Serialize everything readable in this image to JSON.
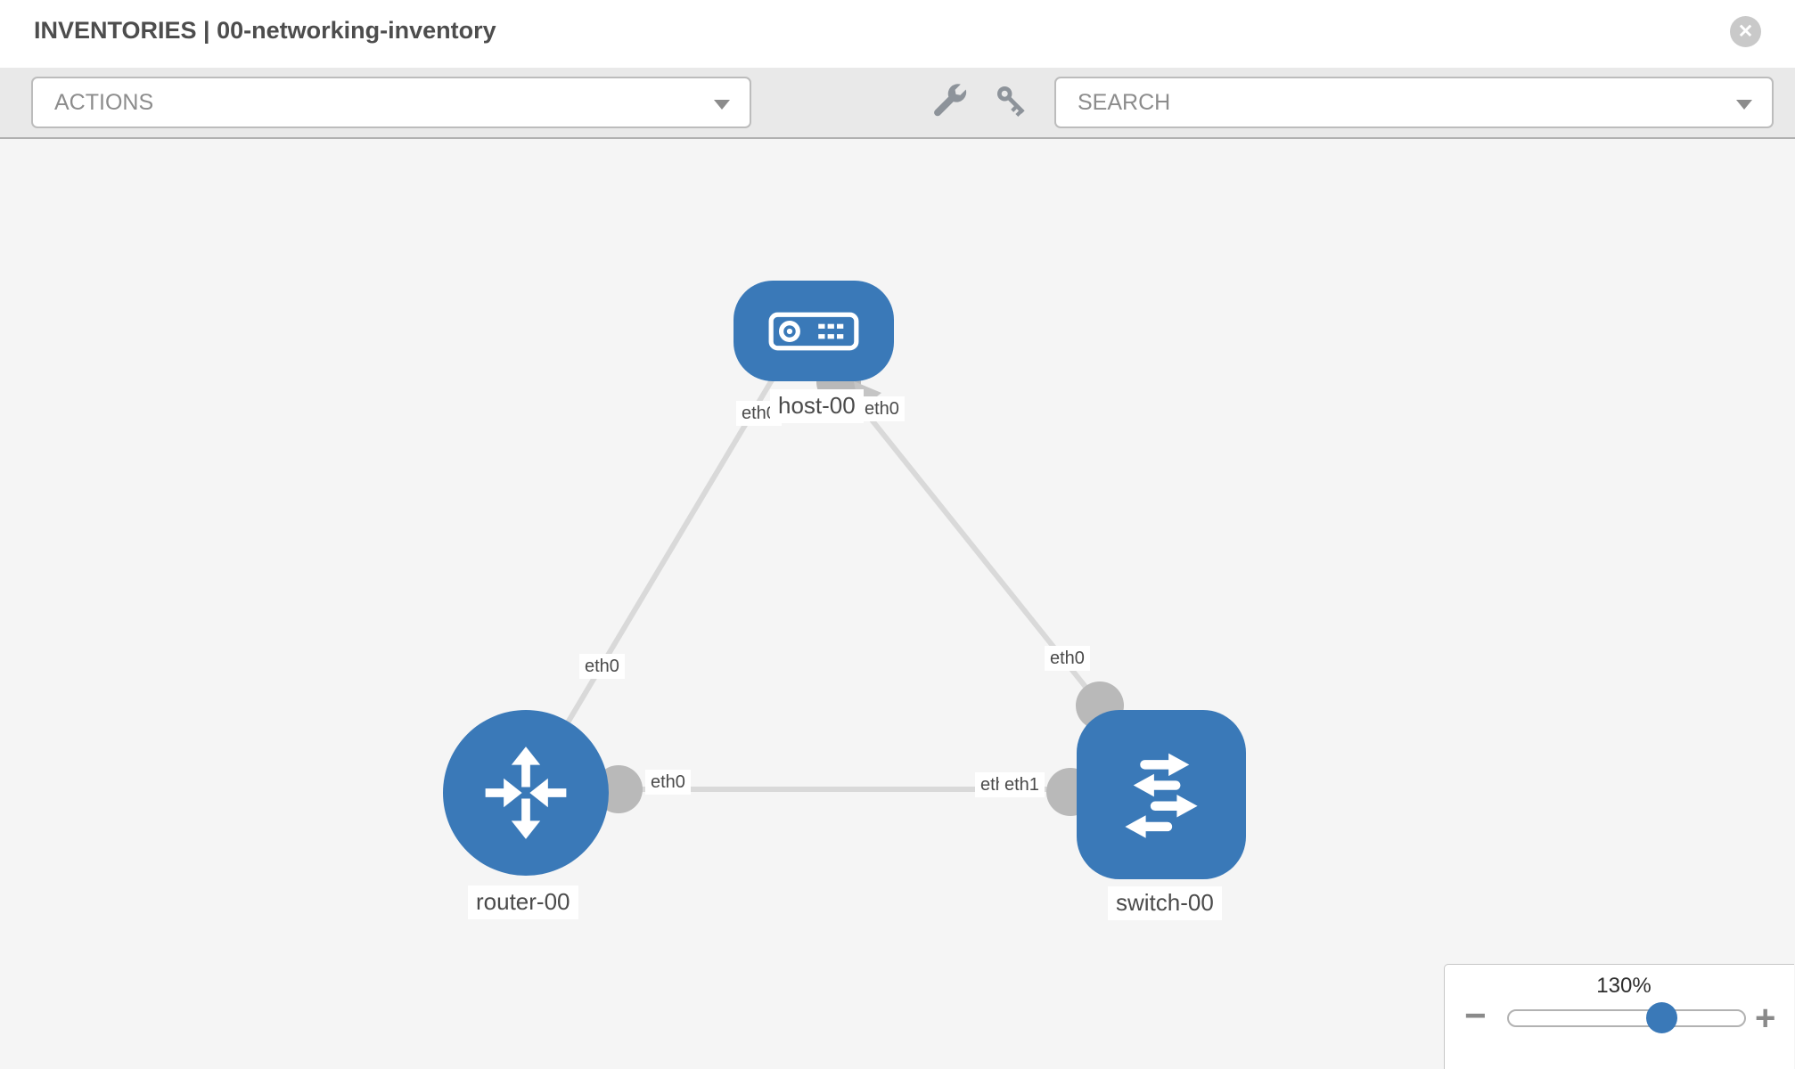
{
  "header": {
    "title": "INVENTORIES | 00-networking-inventory",
    "close_glyph": "✕",
    "close_icon": "x-circle"
  },
  "toolbar": {
    "actions_label": "ACTIONS",
    "search_placeholder": "SEARCH",
    "wrench_icon": "wrench",
    "key_icon": "key"
  },
  "topology": {
    "nodes": [
      {
        "id": "host-00",
        "type": "host",
        "label": "host-00",
        "icon": "host-icon"
      },
      {
        "id": "router-00",
        "type": "router",
        "label": "router-00",
        "icon": "router-icon"
      },
      {
        "id": "switch-00",
        "type": "switch",
        "label": "switch-00",
        "icon": "switch-icon"
      }
    ],
    "links": [
      {
        "from": "host-00",
        "to": "router-00",
        "from_interface": "eth0",
        "to_interface": "eth0"
      },
      {
        "from": "host-00",
        "to": "switch-00",
        "from_interface": "eth0",
        "to_interface": "eth0"
      },
      {
        "from": "router-00",
        "to": "switch-00",
        "from_interface": "eth0",
        "to_interface": "eth1"
      }
    ],
    "interface_labels": {
      "host_left": "eth0",
      "host_right": "eth0",
      "link_host_router": "eth0",
      "link_host_switch": "eth0",
      "router_right": "eth0",
      "switch_left_back": "eth0",
      "switch_left_front": "eth1"
    }
  },
  "zoom_control": {
    "level": "130%",
    "minus": "−",
    "plus": "+"
  },
  "colors": {
    "node_blue": "#3a79b8",
    "link_gray": "#d9d9d9",
    "connector_gray": "#b9b9b9",
    "canvas_bg": "#f5f5f5",
    "toolbar_bg": "#e9e9e9",
    "title_text": "#4d4d4d"
  }
}
